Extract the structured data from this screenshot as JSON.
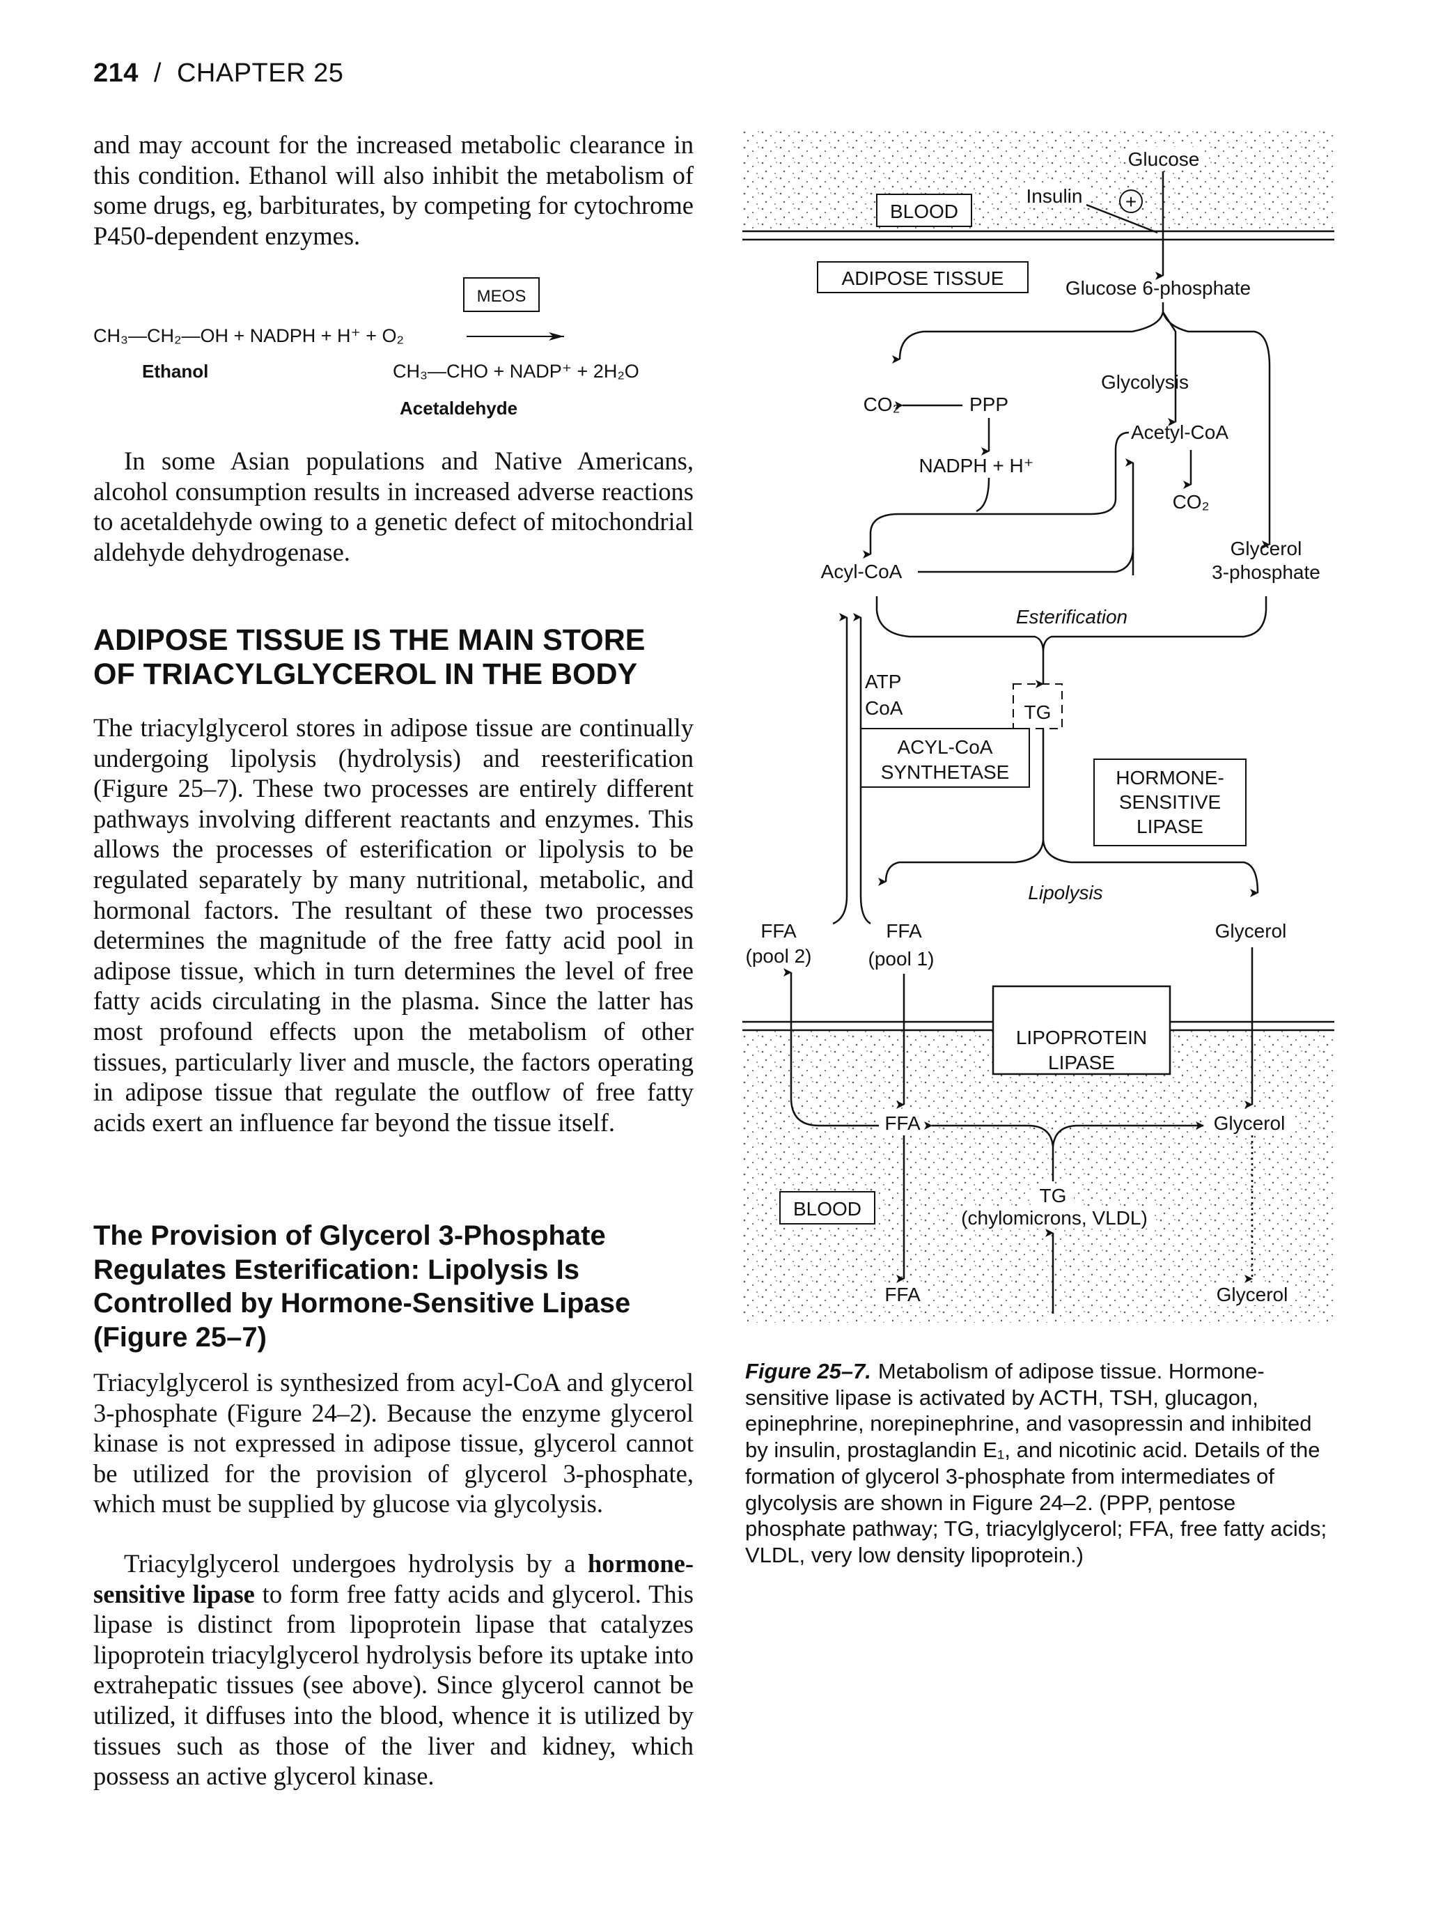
{
  "header": {
    "page_number": "214",
    "separator": "/",
    "chapter": "CHAPTER 25"
  },
  "para1": "and may account for the increased metabolic clearance in this condition. Ethanol will also inhibit the metabolism of some drugs, eg, barbiturates, by competing for cytochrome P450-dependent enzymes.",
  "reaction": {
    "enzyme": "MEOS",
    "substrate": "CH₃—CH₂—OH + NADPH + H⁺ + O₂",
    "substrate_label": "Ethanol",
    "product": "CH₃—CHO + NADP⁺ + 2H₂O",
    "product_label": "Acetaldehyde"
  },
  "para2": "In some Asian populations and Native Americans, alcohol consumption results in increased adverse reactions to acetaldehyde owing to a genetic defect of mitochondrial aldehyde dehydrogenase.",
  "heading1": "ADIPOSE TISSUE IS THE MAIN STORE OF TRIACYLGLYCEROL IN THE BODY",
  "para3": "The triacylglycerol stores in adipose tissue are continually undergoing lipolysis (hydrolysis) and reesterification (Figure 25–7). These two processes are entirely different pathways involving different reactants and enzymes. This allows the processes of esterification or lipolysis to be regulated separately by many nutritional, metabolic, and hormonal factors. The resultant of these two processes determines the magnitude of the free fatty acid pool in adipose tissue, which in turn determines the level of free fatty acids circulating in the plasma. Since the latter has most profound effects upon the metabolism of other tissues, particularly liver and muscle, the factors operating in adipose tissue that regulate the outflow of free fatty acids exert an influence far beyond the tissue itself.",
  "heading2": "The Provision of Glycerol 3-Phosphate Regulates Esterification: Lipolysis Is Controlled by Hormone-Sensitive Lipase (Figure 25–7)",
  "para4": "Triacylglycerol is synthesized from acyl-CoA and glycerol 3-phosphate (Figure 24–2). Because the enzyme glycerol kinase is not expressed in adipose tissue, glycerol cannot be utilized for the provision of glycerol 3-phosphate, which must be supplied by glucose via glycolysis.",
  "para5": {
    "before": "Triacylglycerol undergoes hydrolysis by a ",
    "bold": "hormone-sensitive lipase",
    "after": " to form free fatty acids and glycerol. This lipase is distinct from lipoprotein lipase that catalyzes lipoprotein triacylglycerol hydrolysis before its uptake into extrahepatic tissues (see above). Since glycerol cannot be utilized, it diffuses into the blood, whence it is utilized by tissues such as those of the liver and kidney, which possess an active glycerol kinase."
  },
  "figure": {
    "blood_top": "BLOOD",
    "glucose_top": "Glucose",
    "insulin": "Insulin",
    "plus": "+",
    "adipose_tissue": "ADIPOSE TISSUE",
    "glucose_6p": "Glucose 6-phosphate",
    "glycolysis": "Glycolysis",
    "co2_ppp": "CO₂",
    "ppp": "PPP",
    "acetyl_coa": "Acetyl-CoA",
    "nadph": "NADPH + H⁺",
    "co2": "CO₂",
    "acyl_coa": "Acyl-CoA",
    "glycerol_3p_line1": "Glycerol",
    "glycerol_3p_line2": "3-phosphate",
    "esterification": "Esterification",
    "atp": "ATP",
    "coa": "CoA",
    "tg": "TG",
    "acyl_coa_synthetase_line1": "ACYL-CoA",
    "acyl_coa_synthetase_line2": "SYNTHETASE",
    "hsl_line1": "HORMONE-",
    "hsl_line2": "SENSITIVE",
    "hsl_line3": "LIPASE",
    "lipolysis": "Lipolysis",
    "ffa_pool2_line1": "FFA",
    "ffa_pool2_line2": "(pool 2)",
    "ffa_pool1_line1": "FFA",
    "ffa_pool1_line2": "(pool 1)",
    "glycerol_tissue": "Glycerol",
    "lpl_line1": "LIPOPROTEIN",
    "lpl_line2": "LIPASE",
    "ffa_blood": "FFA",
    "glycerol_blood": "Glycerol",
    "blood_bottom": "BLOOD",
    "tg_blood": "TG",
    "chylomicrons": "(chylomicrons, VLDL)",
    "ffa_bottom": "FFA",
    "glycerol_bottom": "Glycerol"
  },
  "caption": {
    "label": "Figure 25–7.",
    "text": "Metabolism of adipose tissue. Hormone-sensitive lipase is activated by ACTH, TSH, glucagon, epinephrine, norepinephrine, and vasopressin and inhibited by insulin, prostaglandin E₁, and nicotinic acid. Details of the formation of glycerol 3-phosphate from intermediates of glycolysis are shown in Figure 24–2. (PPP, pentose phosphate pathway; TG, triacylglycerol; FFA, free fatty acids; VLDL, very low density lipoprotein.)"
  }
}
